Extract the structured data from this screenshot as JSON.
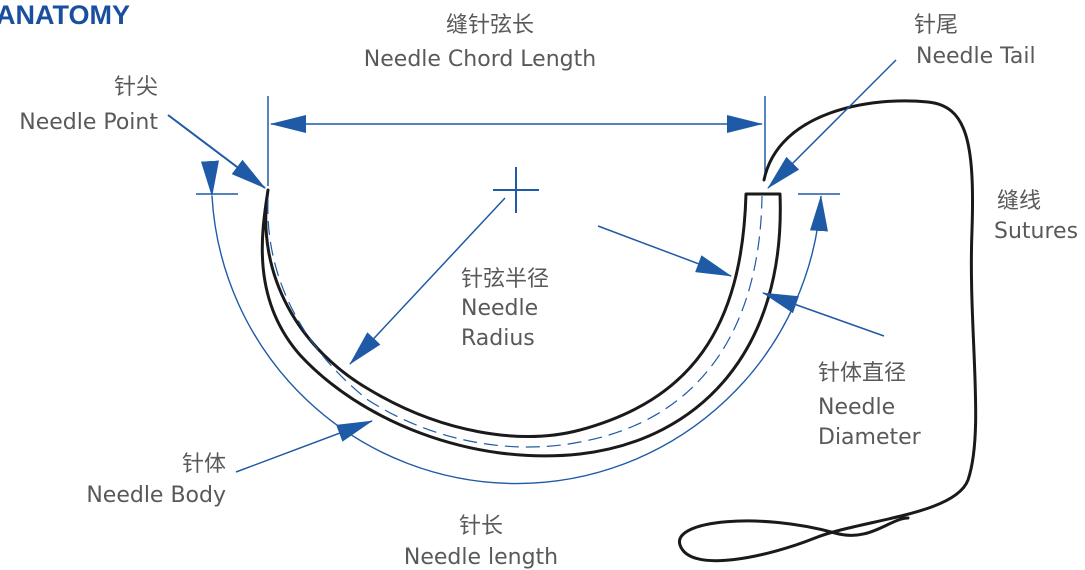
{
  "brand": "ANATOMY",
  "colors": {
    "accent": "#1f5aa6",
    "needle": "#1a1a1a",
    "text": "#58595b"
  },
  "labels": {
    "chord_zh": "缝针弦长",
    "chord_en": "Needle Chord Length",
    "tail_zh": "针尾",
    "tail_en": "Needle Tail",
    "point_zh": "针尖",
    "point_en": "Needle Point",
    "sutures_zh": "缝线",
    "sutures_en": "Sutures",
    "radius_zh": "针弦半径",
    "radius_en1": "Needle",
    "radius_en2": "Radius",
    "diameter_zh": "针体直径",
    "diameter_en1": "Needle",
    "diameter_en2": "Diameter",
    "body_zh": "针体",
    "body_en": "Needle Body",
    "length_zh": "针长",
    "length_en": "Needle length"
  }
}
